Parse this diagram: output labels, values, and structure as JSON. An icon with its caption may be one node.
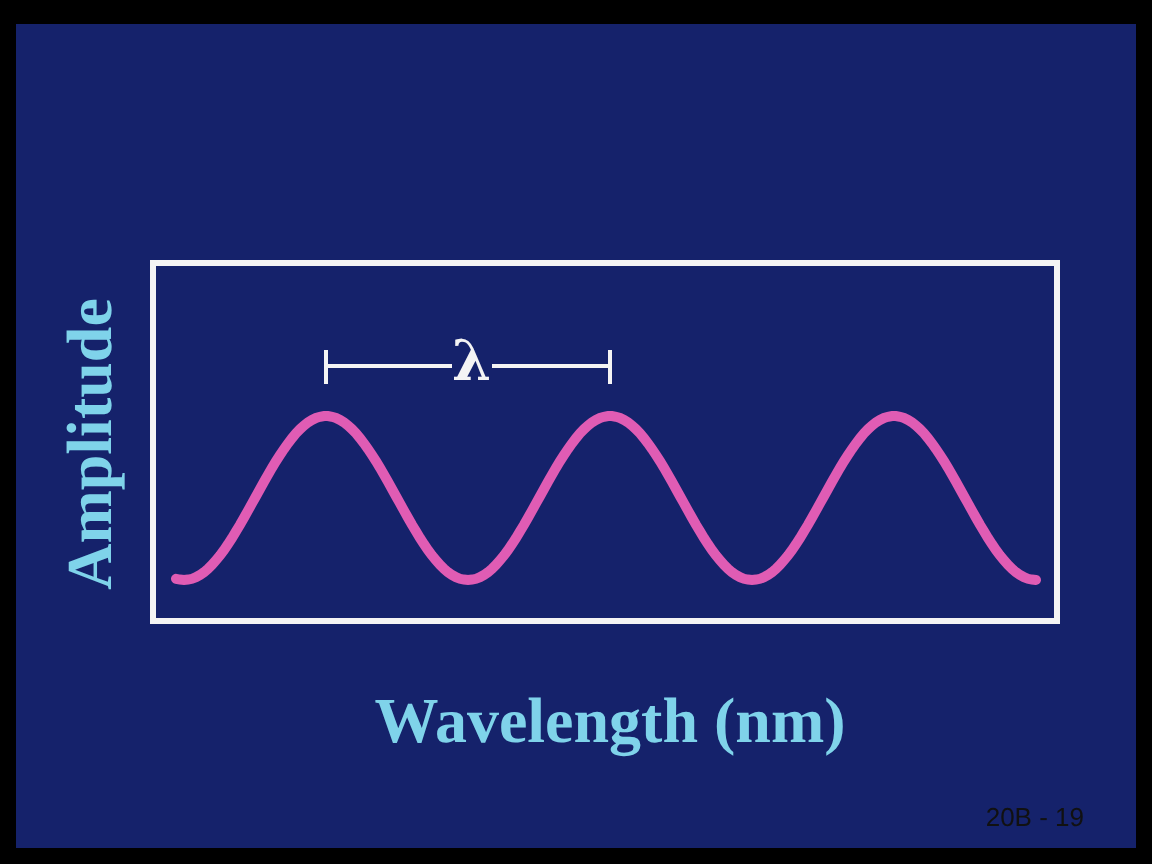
{
  "diagram": {
    "labels": [
      "λ",
      "Amplitude",
      "Wavelength (nm)",
      "20B - 19"
    ]
  }
}
